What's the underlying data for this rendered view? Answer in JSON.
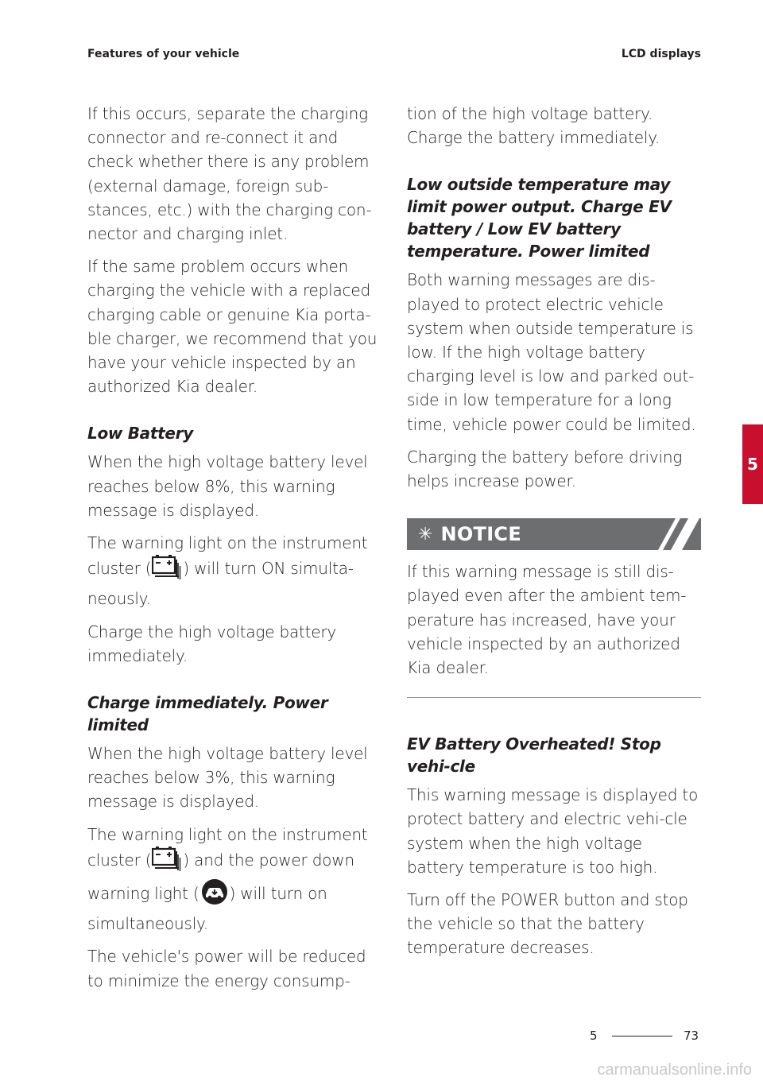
{
  "header": {
    "left": "Features of your vehicle",
    "right": "LCD displays"
  },
  "left_column": {
    "p1": "If this occurs, separate the charging connector and re-connect it and check whether there is any problem (external damage, foreign sub-stances, etc.) with the charging con-nector and charging inlet.",
    "p2": "If the same problem occurs when charging the vehicle with a replaced charging cable or genuine Kia porta-ble charger, we recommend that you have your vehicle inspected by an authorized Kia dealer.",
    "h_low_battery": "Low Battery",
    "p3": "When the high voltage battery level reaches below 8%, this warning message is displayed.",
    "p4_a": "The warning light on the instrument cluster (",
    "p4_b": ") will turn ON simulta-neously.",
    "p5": "Charge the high voltage battery immediately.",
    "h_charge_immediately": "Charge immediately. Power limited",
    "p6": "When the high voltage battery level reaches below 3%, this warning message is displayed.",
    "p7_a": "The warning light on the instrument cluster (",
    "p7_b": ") and the power down warning light (",
    "p7_c": ") will turn on simultaneously.",
    "p8": "The vehicle's power will be reduced to minimize the energy consump-"
  },
  "right_column": {
    "p1": "tion of the high voltage battery. Charge the battery immediately.",
    "h_low_temp": "Low outside temperature may limit power output. Charge EV battery / Low EV battery temperature. Power limited",
    "p2": "Both warning messages are dis-played to protect electric vehicle system when outside temperature is low. If the high voltage battery charging level is low and parked out-side in low temperature for a long time, vehicle power could be limited.",
    "p3": "Charging the battery before driving helps increase power.",
    "notice_label": "NOTICE",
    "notice_text": "If this warning message is still dis-played even after the ambient tem-perature has increased, have your vehicle inspected by an authorized Kia dealer.",
    "h_overheated": "EV Battery Overheated! Stop vehi-cle",
    "p4": "This warning message is displayed to protect battery and electric vehi-cle system when the high voltage battery temperature is too high.",
    "p5": "Turn off the POWER button and stop the vehicle so that the battery temperature decreases."
  },
  "side_tab": {
    "label": "5"
  },
  "footer": {
    "chapter": "5",
    "page": "73"
  },
  "watermark": "carmanualsonline.info",
  "colors": {
    "accent_red": "#c8102e",
    "notice_gray": "#6d6e70",
    "text": "#231f20"
  },
  "icons": [
    "battery-warning-icon",
    "power-down-warning-icon",
    "notice-star-icon"
  ]
}
